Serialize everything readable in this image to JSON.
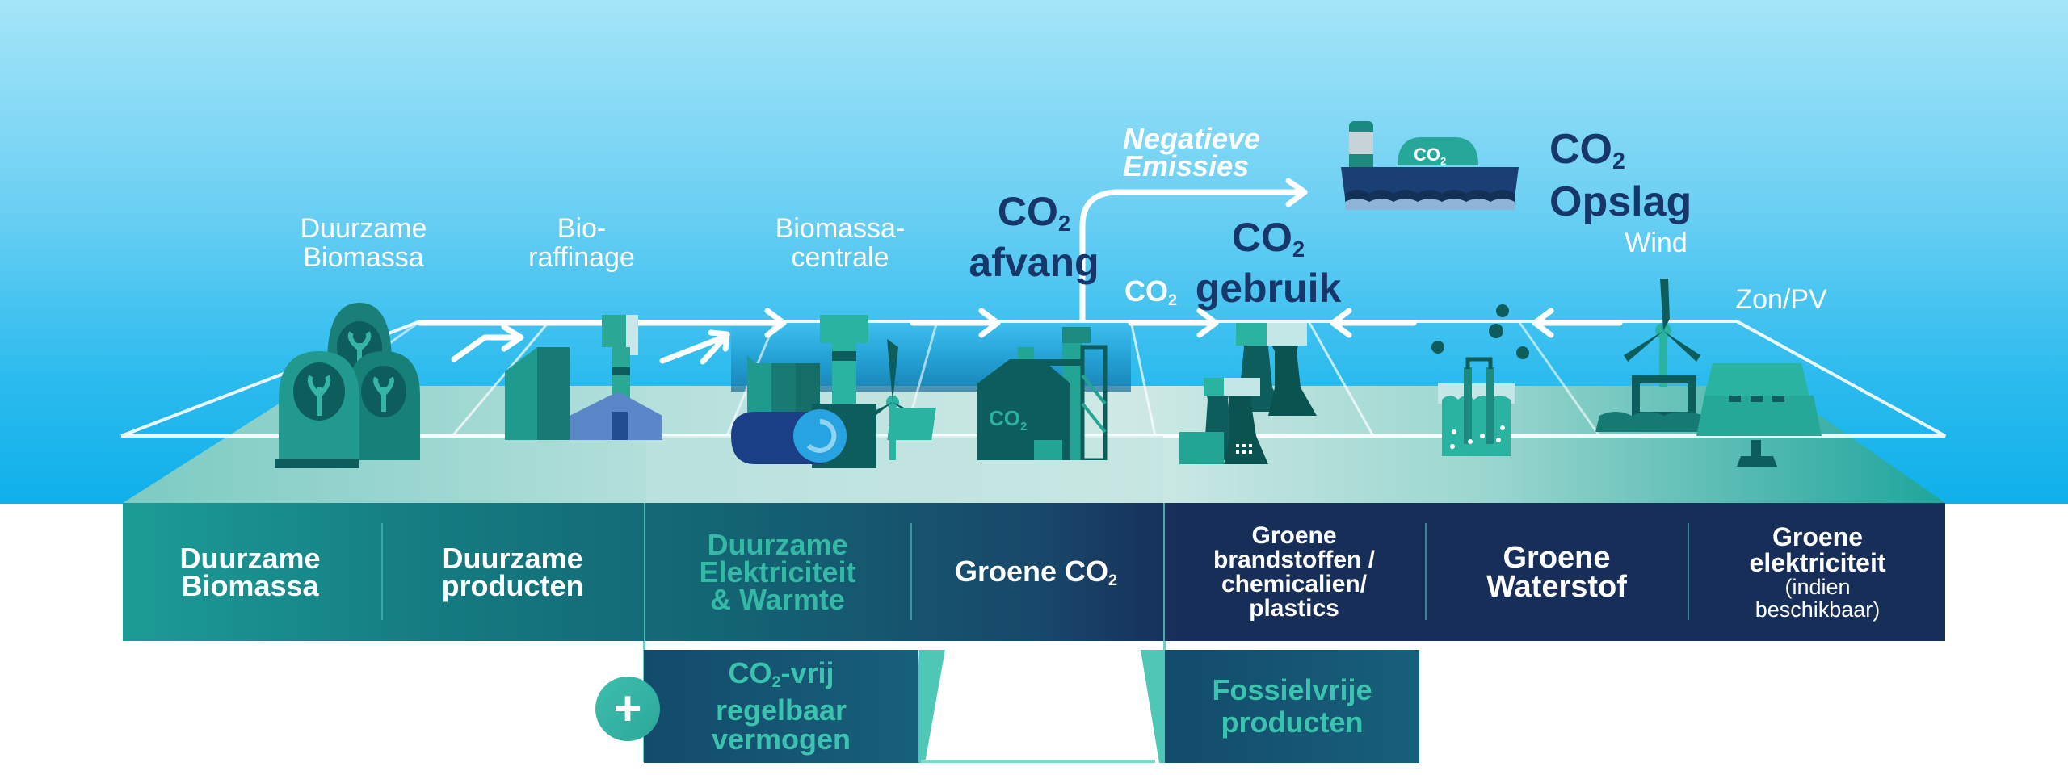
{
  "top_labels": {
    "duurzame_biomassa": [
      "Duurzame",
      "Biomassa"
    ],
    "bioraffinage": [
      "Bio-",
      "raffinage"
    ],
    "biomassacentrale": [
      "Biomassa-",
      "centrale"
    ],
    "co2_afvang": {
      "top": "CO",
      "sub": "2",
      "bottom": "afvang"
    },
    "negatieve_emissies": [
      "Negatieve",
      "Emissies"
    ],
    "co2_opslag": {
      "top": "CO",
      "sub": "2",
      "bottom": "Opslag"
    },
    "co2_gebruik": {
      "top": "CO",
      "sub": "2",
      "bottom": "gebruik"
    },
    "co2_small": {
      "main": "CO",
      "sub": "2"
    },
    "wind": "Wind",
    "zon_pv": "Zon/PV",
    "ship_co2": {
      "main": "CO",
      "sub": "2"
    },
    "tank_co2": {
      "main": "CO",
      "sub": "2"
    }
  },
  "band": {
    "cells": [
      {
        "lines": [
          "Duurzame",
          "Biomassa"
        ]
      },
      {
        "lines": [
          "Duurzame",
          "producten"
        ]
      },
      {
        "lines": [
          "Duurzame",
          "Elektriciteit",
          "& Warmte"
        ]
      },
      {
        "main": "Groene CO",
        "sub": "2"
      },
      {
        "lines": [
          "Groene",
          "brandstoffen /",
          "chemicalien/",
          "plastics"
        ]
      },
      {
        "lines": [
          "Groene",
          "Waterstof"
        ]
      },
      {
        "lines": [
          "Groene",
          "elektriciteit"
        ],
        "small": [
          "(indien",
          "beschikbaar)"
        ]
      }
    ]
  },
  "extras": {
    "co2_vrij": {
      "main": "CO",
      "sub": "2",
      "rest": "-vrij",
      "lines": [
        "regelbaar",
        "vermogen"
      ]
    },
    "fossielvrij": [
      "Fossielvrije",
      "producten"
    ],
    "plus_icon": "+"
  },
  "colors": {
    "sky_top": "#a5e5f8",
    "sky_bottom": "#0fb0ea",
    "navy": "#17376b",
    "teal": "#1c9c96",
    "teal_light": "#3cc3b0",
    "band_dark": "#172f58"
  }
}
